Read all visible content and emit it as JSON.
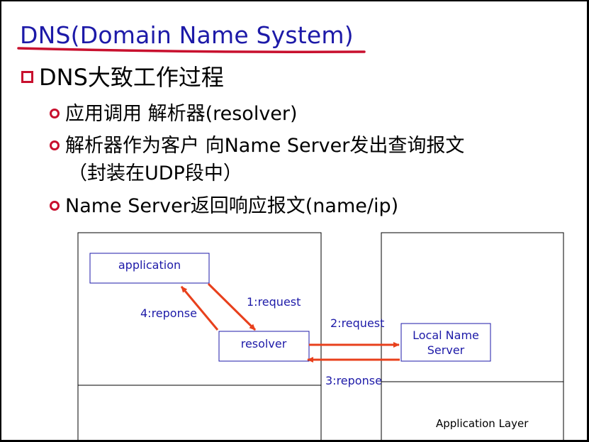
{
  "slide": {
    "title": "DNS(Domain Name System)",
    "bullet": "DNS大致工作过程",
    "sub_bullets": [
      "应用调用 解析器(resolver)",
      "解析器作为客户 向Name Server发出查询报文",
      "Name Server返回响应报文(name/ip)"
    ],
    "sub_bullet_continuation": "（封装在UDP段中）"
  },
  "diagram": {
    "boxes": {
      "application": "application",
      "resolver": "resolver",
      "local_name_server_line1": "Local Name",
      "local_name_server_line2": "Server"
    },
    "arrows": {
      "request1": "1:request",
      "request2": "2:request",
      "reponse3": "3:reponse",
      "reponse4": "4:reponse"
    },
    "layer_label": "Application Layer"
  },
  "colors": {
    "title": "#1d1aa8",
    "underline": "#c8102e",
    "bullet_marker": "#c8102e",
    "diagram_text": "#1d1aa8",
    "arrow": "#e8401c"
  }
}
